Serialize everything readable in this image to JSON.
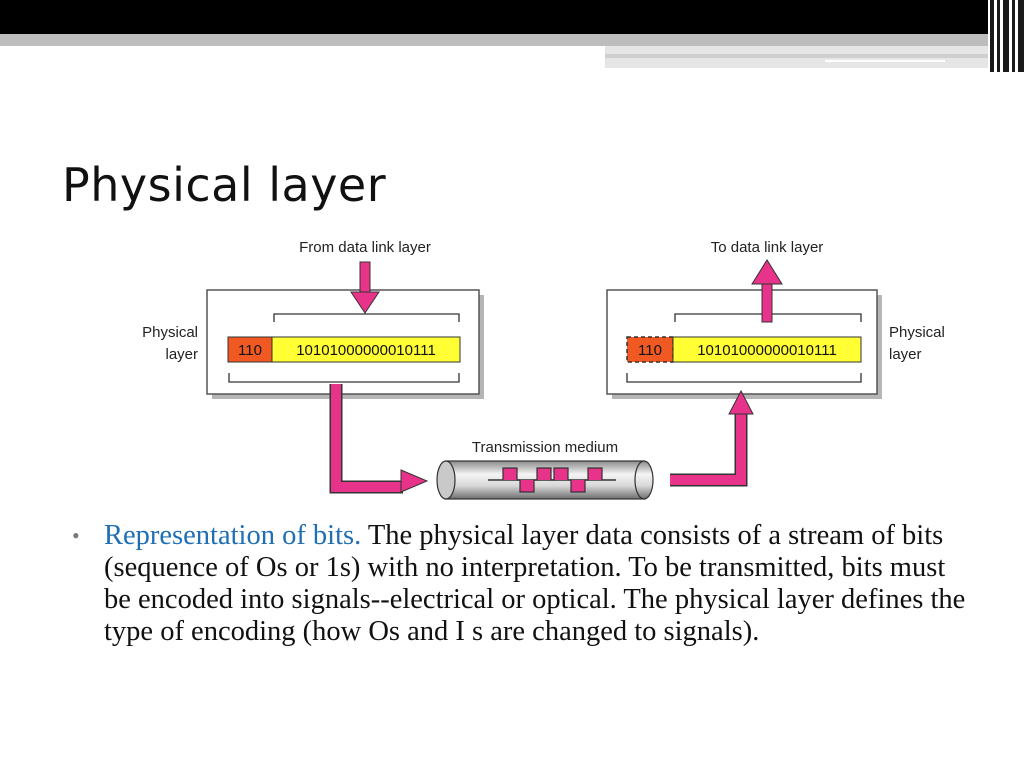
{
  "slide": {
    "title": "Physical layer"
  },
  "diagram": {
    "sender": {
      "top_label": "From data link layer",
      "side_label_line1": "Physical",
      "side_label_line2": "layer",
      "header_bits": "110",
      "data_bits": "10101000000010111"
    },
    "receiver": {
      "top_label": "To data link layer",
      "side_label_line1": "Physical",
      "side_label_line2": "layer",
      "header_bits": "110",
      "data_bits": "10101000000010111"
    },
    "medium_label": "Transmission medium"
  },
  "bullet": {
    "lead": "Representation of bits.",
    "body": " The physical layer data consists of a stream of bits (sequence of Os or 1s) with no interpretation. To be transmitted, bits must be encoded into signals--electrical or optical. The physical layer defines the type of encoding (how Os and I s are changed to signals)."
  },
  "colors": {
    "arrow": "#e8338a",
    "header_fill": "#f05a22",
    "data_fill": "#ffff33",
    "lead_text": "#1f6fb5"
  }
}
